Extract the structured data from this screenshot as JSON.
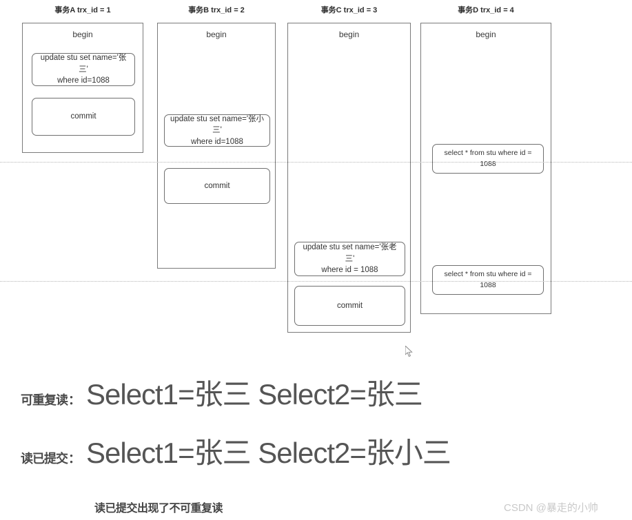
{
  "diagram": {
    "title_columns": [
      {
        "label": "事务A trx_id = 1"
      },
      {
        "label": "事务B trx_id = 2"
      },
      {
        "label": "事务C trx_id = 3"
      },
      {
        "label": "事务D trx_id = 4"
      }
    ],
    "begin_label": "begin",
    "columns": {
      "a": {
        "begin": "begin",
        "statements": [
          {
            "line1": "update stu set name='张三'",
            "line2": "where id=1088"
          },
          {
            "line1": "commit",
            "line2": ""
          }
        ]
      },
      "b": {
        "begin": "begin",
        "statements": [
          {
            "line1": "update stu set name='张小三'",
            "line2": "where id=1088"
          },
          {
            "line1": "commit",
            "line2": ""
          }
        ]
      },
      "c": {
        "begin": "begin",
        "statements": [
          {
            "line1": "update stu set name='张老三'",
            "line2": "where id = 1088"
          },
          {
            "line1": "commit",
            "line2": ""
          }
        ]
      },
      "d": {
        "begin": "begin",
        "statements": [
          {
            "line1": "select * from stu where id = 1088",
            "line2": ""
          },
          {
            "line1": "select * from stu where id = 1088",
            "line2": ""
          }
        ]
      }
    }
  },
  "results": {
    "repeatable_read": {
      "label": "可重复读",
      "colon": "：",
      "value": "Select1=张三 Select2=张三"
    },
    "read_committed": {
      "label": "读已提交",
      "colon": "：",
      "value": "Select1=张三 Select2=张小三"
    },
    "footnote": "读已提交出现了不可重复读"
  },
  "watermark": "CSDN @暴走的小帅",
  "colors": {
    "box_border": "#7a7a7a",
    "stmt_border": "#6f6f6f",
    "text": "#3b3b3b",
    "timeline": "#b4b4b4",
    "watermark": "#c9c9c9"
  }
}
